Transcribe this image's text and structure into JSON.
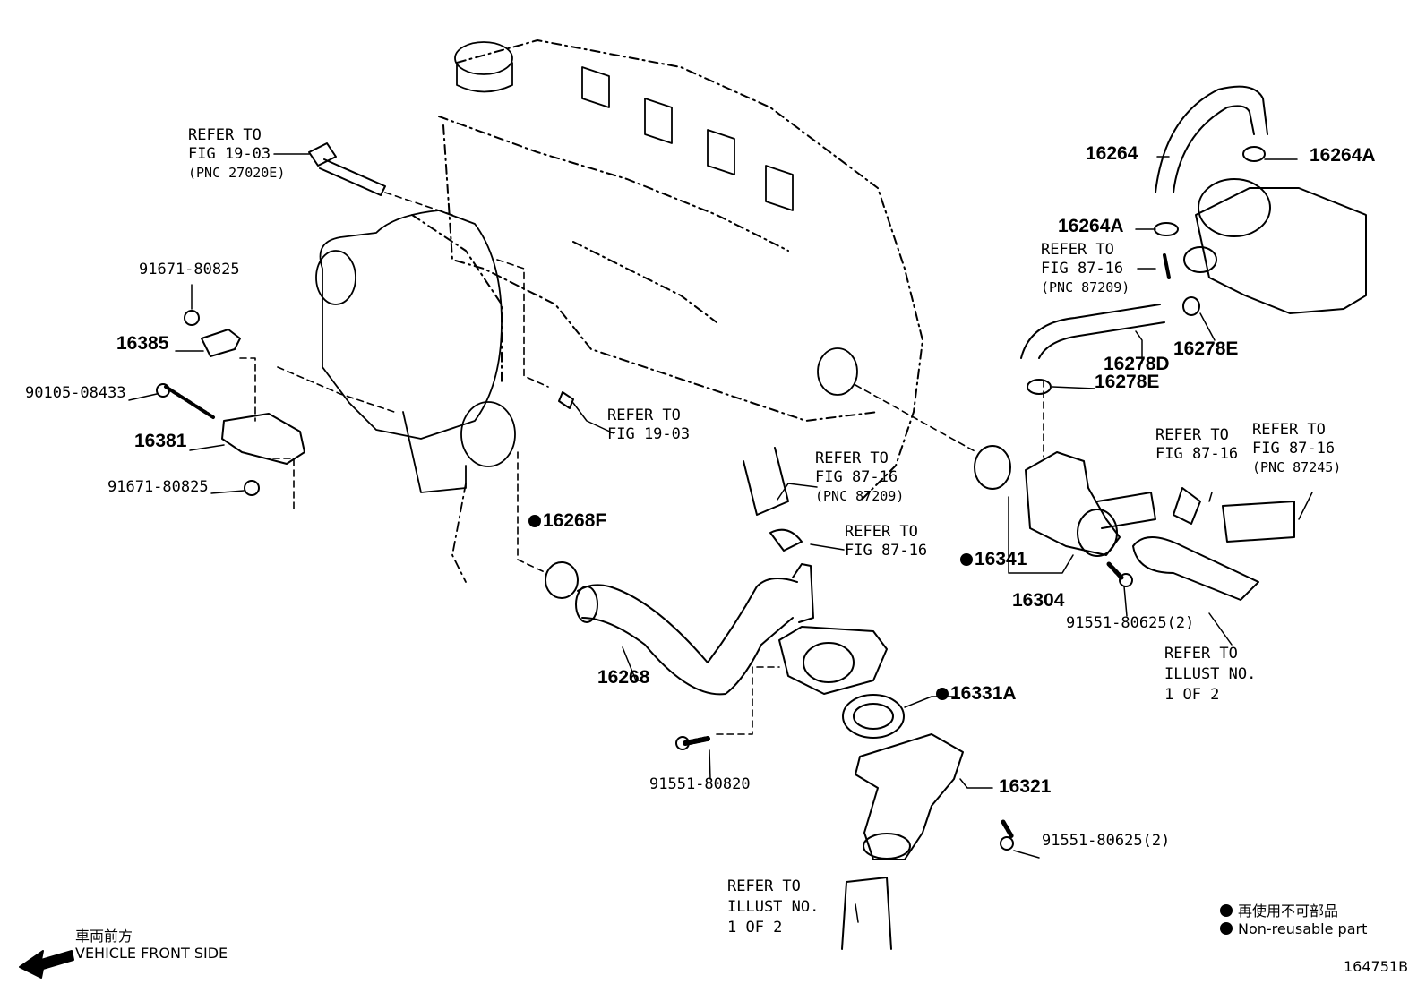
{
  "parts": {
    "p_27020E_ref": {
      "l1": "REFER TO",
      "l2": "FIG 19-03",
      "l3": "(PNC 27020E)"
    },
    "p_91671a": "91671-80825",
    "p_16385": "16385",
    "p_90105": "90105-08433",
    "p_16381": "16381",
    "p_91671b": "91671-80825",
    "p_ref1903": {
      "l1": "REFER TO",
      "l2": "FIG 19-03"
    },
    "p_16268F": "16268F",
    "p_16268": "16268",
    "p_ref8716a": {
      "l1": "REFER TO",
      "l2": "FIG 87-16",
      "l3": "(PNC 87209)"
    },
    "p_ref8716b": {
      "l1": "REFER TO",
      "l2": "FIG 87-16"
    },
    "p_91551_80820": "91551-80820",
    "p_16331A": "16331A",
    "p_16321": "16321",
    "p_91551_2b": "91551-80625(2)",
    "p_ref_ill_b": {
      "l1": "REFER TO",
      "l2": "ILLUST NO.",
      "l3": "1 OF 2"
    },
    "p_16264": "16264",
    "p_16264A_r": "16264A",
    "p_16264A_l": "16264A",
    "p_ref8716c": {
      "l1": "REFER TO",
      "l2": "FIG 87-16",
      "l3": "(PNC 87209)"
    },
    "p_16278D": "16278D",
    "p_16278E_r": "16278E",
    "p_16278E_l": "16278E",
    "p_ref8716d": {
      "l1": "REFER TO",
      "l2": "FIG 87-16"
    },
    "p_ref87245": {
      "l1": "REFER TO",
      "l2": "FIG 87-16",
      "l3": "(PNC 87245)"
    },
    "p_16341": "16341",
    "p_16304": "16304",
    "p_91551_2a": "91551-80625(2)",
    "p_ref_ill_a": {
      "l1": "REFER TO",
      "l2": "ILLUST NO.",
      "l3": "1 OF 2"
    }
  },
  "legend": {
    "jp": "再使用不可部品",
    "en": "Non-reusable part"
  },
  "front": {
    "jp": "車両前方",
    "en": "VEHICLE FRONT SIDE"
  },
  "figure_id": "164751B"
}
